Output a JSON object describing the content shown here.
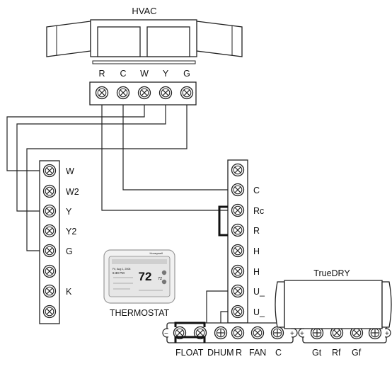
{
  "hvac": {
    "title": "HVAC",
    "terminals": [
      "R",
      "C",
      "W",
      "Y",
      "G"
    ]
  },
  "thermostat_block": {
    "terminals": [
      "W",
      "W2",
      "Y",
      "Y2",
      "G",
      "",
      "K",
      ""
    ]
  },
  "thermostat": {
    "label": "THERMOSTAT",
    "brand": "Honeywell",
    "screen_temp": "72",
    "screen_set": "72",
    "screen_date": "Fri, Aug 1, 2008",
    "screen_time": "6:30 PM"
  },
  "middle_block": {
    "terminals": [
      "",
      "C",
      "Rc",
      "R",
      "H",
      "H",
      "U_",
      "U_"
    ]
  },
  "truedry": {
    "label": "TrueDRY",
    "bottom_labels": [
      "FLOAT",
      "DHUM",
      "R",
      "FAN",
      "C"
    ],
    "right_labels": [
      "Gt",
      "Rf",
      "Gf"
    ]
  }
}
